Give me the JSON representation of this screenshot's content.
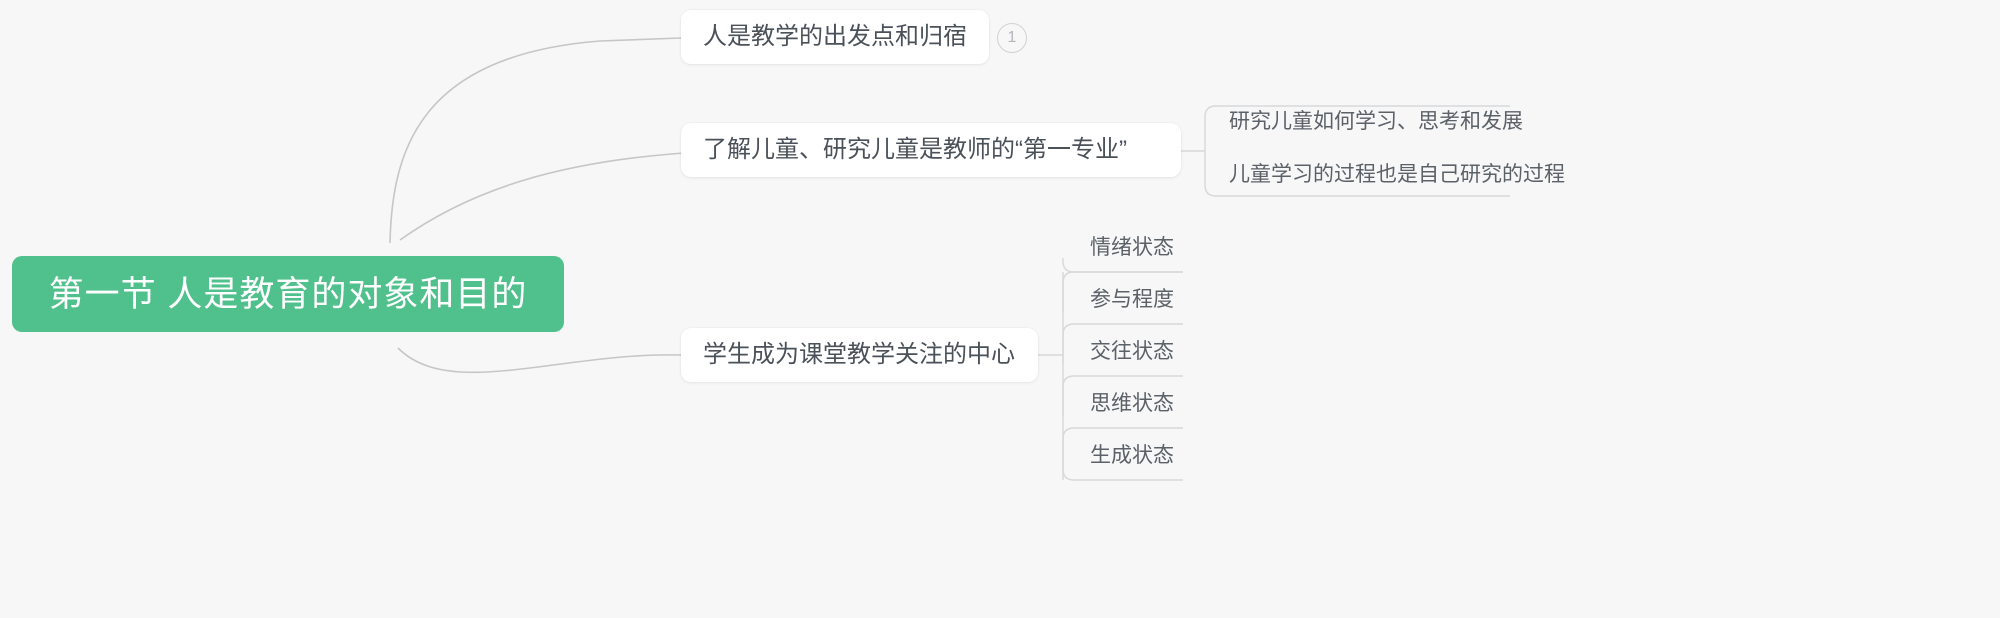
{
  "mindmap": {
    "root": {
      "label": "第一节 人是教育的对象和目的",
      "color": "#50c08c",
      "text_color": "#ffffff"
    },
    "background_color": "#f7f7f8",
    "card_color": "#ffffff",
    "card_text_color": "#4a5159",
    "edge_color": "#c6c6c6",
    "branches": [
      {
        "label": "人是教学的出发点和归宿",
        "badge": "1",
        "children": []
      },
      {
        "label": "了解儿童、研究儿童是教师的“第一专业”",
        "badge": null,
        "children": [
          {
            "label": "研究儿童如何学习、思考和发展"
          },
          {
            "label": "儿童学习的过程也是自己研究的过程"
          }
        ]
      },
      {
        "label": "学生成为课堂教学关注的中心",
        "badge": null,
        "children": [
          {
            "label": "情绪状态"
          },
          {
            "label": "参与程度"
          },
          {
            "label": "交往状态"
          },
          {
            "label": "思维状态"
          },
          {
            "label": "生成状态"
          }
        ]
      }
    ]
  }
}
